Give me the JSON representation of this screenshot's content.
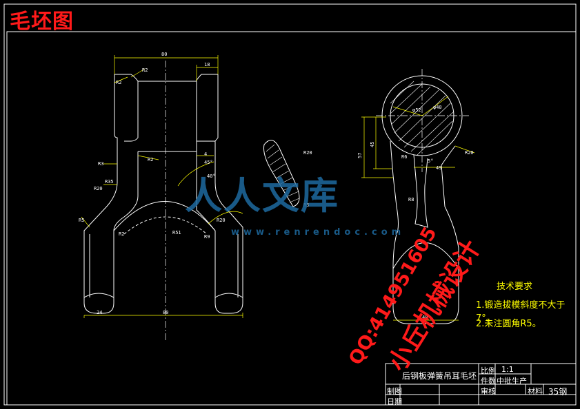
{
  "title": "毛坯图",
  "technical_requirements": {
    "heading": "技术要求",
    "item1": "1.锻造拔模斜度不大于7°。",
    "item2": "2.未注圆角R5。"
  },
  "watermarks": {
    "library": "人人文库",
    "url": "www.renrendoc.com",
    "qq": "QQ:414951605",
    "brand": "小丘机械设计"
  },
  "title_block": {
    "part_name": "后钢板弹簧吊耳毛坯",
    "scale_label": "比例",
    "scale_value": "1:1",
    "quantity_label": "件数",
    "production": "中批生产",
    "material_label": "材料",
    "material_value": "35钢",
    "drawn_label": "制图",
    "date_label": "日期",
    "check_label": "审核"
  },
  "dimensions": {
    "front_width": "80",
    "front_right_lug": "18",
    "front_bottom_left": "24",
    "front_bottom_total": "80",
    "side_bottom": "48",
    "side_stem": "49",
    "side_height_45": "45",
    "side_height_57": "57",
    "d52": "φ52",
    "d40": "φ40",
    "r2": "R2",
    "r3": "R3",
    "r35": "R35",
    "r20": "R20",
    "r5": "R5",
    "r9": "R9",
    "r6": "R6",
    "r51": "R51",
    "r8": "R8",
    "d4": "4",
    "a45": "45°",
    "a40": "40°",
    "a5": "5°"
  },
  "colors": {
    "background": "#000000",
    "outline": "#ffffff",
    "dimension": "#ffff00",
    "centerline": "#ffffff",
    "title": "#ff1a1a",
    "watermark_blue": "#1e6aa0"
  }
}
